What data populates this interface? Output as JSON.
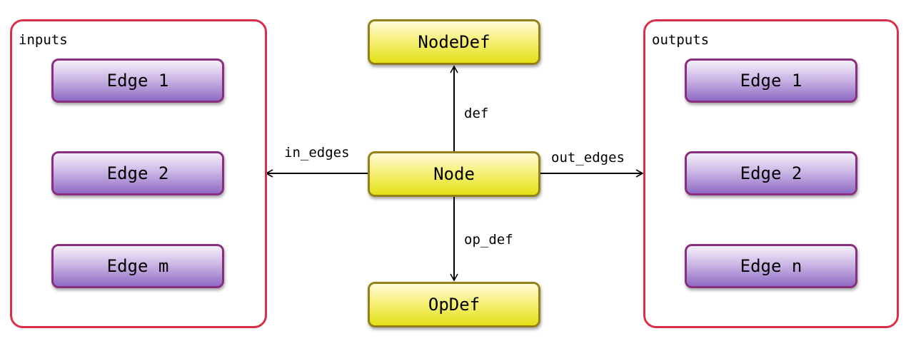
{
  "inputs": {
    "label": "inputs",
    "edges": [
      "Edge 1",
      "Edge 2",
      "Edge m"
    ]
  },
  "outputs": {
    "label": "outputs",
    "edges": [
      "Edge 1",
      "Edge 2",
      "Edge n"
    ]
  },
  "center": {
    "node": "Node",
    "nodedef": "NodeDef",
    "opdef": "OpDef"
  },
  "arrows": {
    "def": "def",
    "in_edges": "in_edges",
    "out_edges": "out_edges",
    "op_def": "op_def"
  },
  "colors": {
    "group_border": "#d9304a",
    "edge_border": "#8a2e7f",
    "edge_fill": "#b89ad8",
    "node_border": "#948118",
    "node_fill": "#f2ee5e"
  }
}
